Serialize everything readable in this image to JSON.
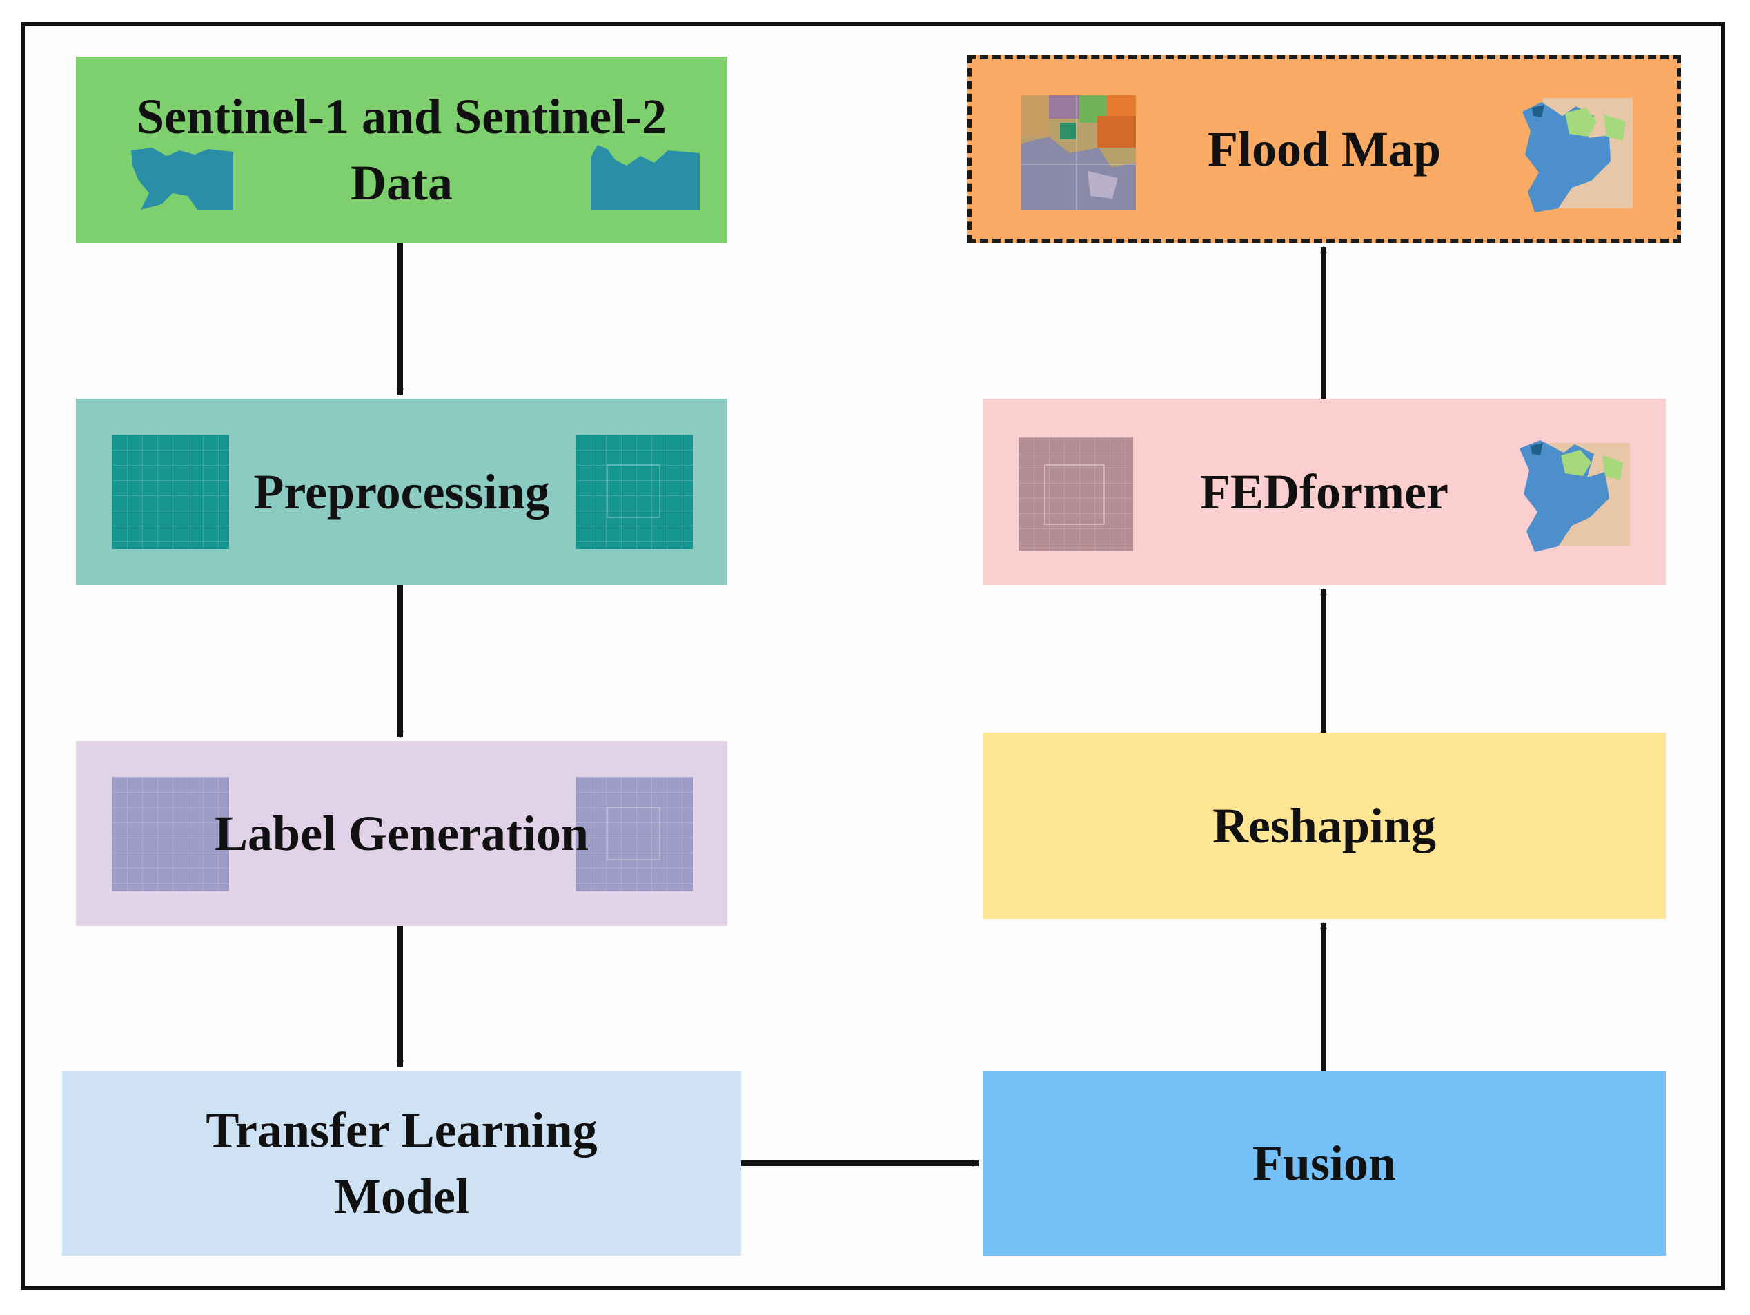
{
  "nodes": {
    "sentinel": {
      "label": "Sentinel-1 and Sentinel-2\nData"
    },
    "preprocessing": {
      "label": "Preprocessing"
    },
    "label_generation": {
      "label": "Label Generation"
    },
    "transfer_learning": {
      "label": "Transfer Learning\nModel"
    },
    "fusion": {
      "label": "Fusion"
    },
    "reshaping": {
      "label": "Reshaping"
    },
    "fedformer": {
      "label": "FEDformer"
    },
    "flood_map": {
      "label": "Flood Map"
    }
  },
  "colors": {
    "sentinel": "#7ed06e",
    "preprocessing": "#8ccbc1",
    "label_generation": "#e2d2e8",
    "transfer_learning": "#cfe2f4",
    "fusion": "#75c1f7",
    "reshaping": "#fde594",
    "fedformer": "#fbcfcf",
    "flood_map": "#f9ab66",
    "water": "#2a8fa6",
    "teal_tile": "#15958f",
    "lavender_tile": "#9c9cc6",
    "rose_tile": "#b48e94",
    "map_blue": "#4c8fcb",
    "map_green": "#a6d97b",
    "map_sand": "#e8c7a9",
    "arrow": "#111111"
  },
  "icons": {
    "sentinel_left": "water-body-shape-icon",
    "sentinel_right": "water-body-shape-icon",
    "preprocessing_left": "grid-tile-icon",
    "preprocessing_right": "grid-tile-icon",
    "label_left": "grid-tile-icon",
    "label_right": "grid-tile-icon",
    "fedformer_left": "grid-tile-icon",
    "fedformer_right": "flood-map-thumbnail-icon",
    "flood_left": "land-cover-map-icon",
    "flood_right": "flood-map-thumbnail-icon"
  },
  "edges": [
    {
      "from": "sentinel",
      "to": "preprocessing"
    },
    {
      "from": "preprocessing",
      "to": "label_generation"
    },
    {
      "from": "label_generation",
      "to": "transfer_learning"
    },
    {
      "from": "transfer_learning",
      "to": "fusion"
    },
    {
      "from": "fusion",
      "to": "reshaping"
    },
    {
      "from": "reshaping",
      "to": "fedformer"
    },
    {
      "from": "fedformer",
      "to": "flood_map"
    }
  ]
}
